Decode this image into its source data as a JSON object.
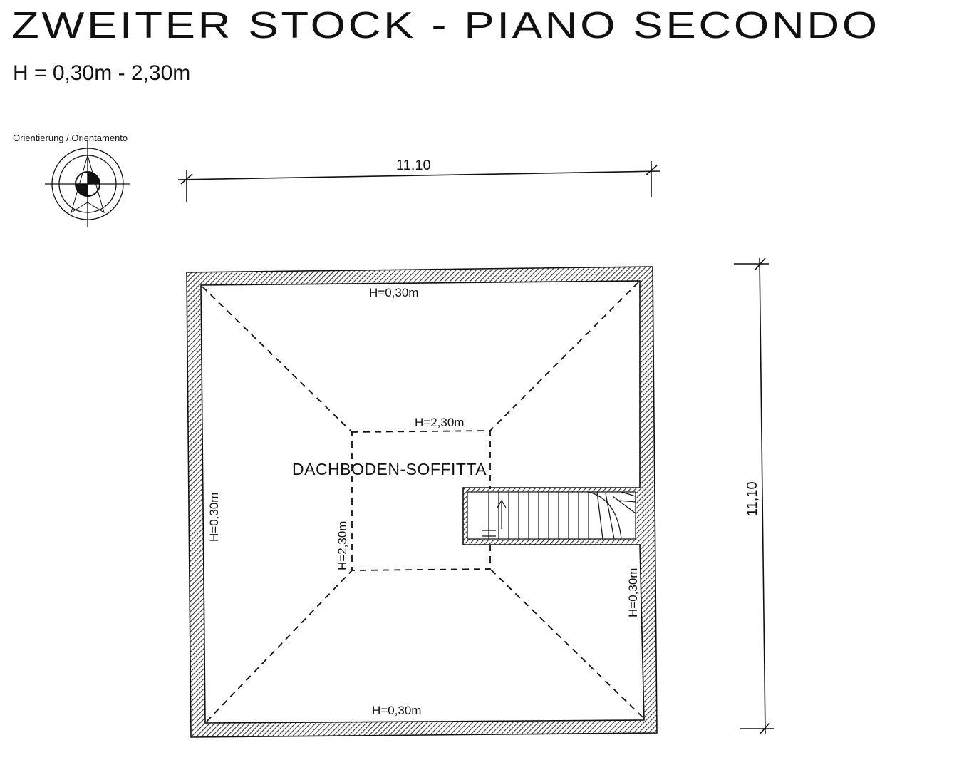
{
  "header": {
    "title": "ZWEITER STOCK - PIANO SECONDO",
    "height_range": "H = 0,30m - 2,30m"
  },
  "orientation": {
    "label": "Orientierung / Orientamento",
    "icon": "compass-icon"
  },
  "dimensions": {
    "width": "11,10",
    "depth": "11,10"
  },
  "room": {
    "name": "DACHBODEN-SOFFITTA"
  },
  "heights": {
    "top": "H=0,30m",
    "bottom": "H=0,30m",
    "left": "H=0,30m",
    "right": "H=0,30m",
    "inner_top": "H=2,30m",
    "inner_left": "H=2,30m"
  },
  "colors": {
    "line": "#111111",
    "wall_fill": "#8a8a8a",
    "paper": "#ffffff"
  }
}
